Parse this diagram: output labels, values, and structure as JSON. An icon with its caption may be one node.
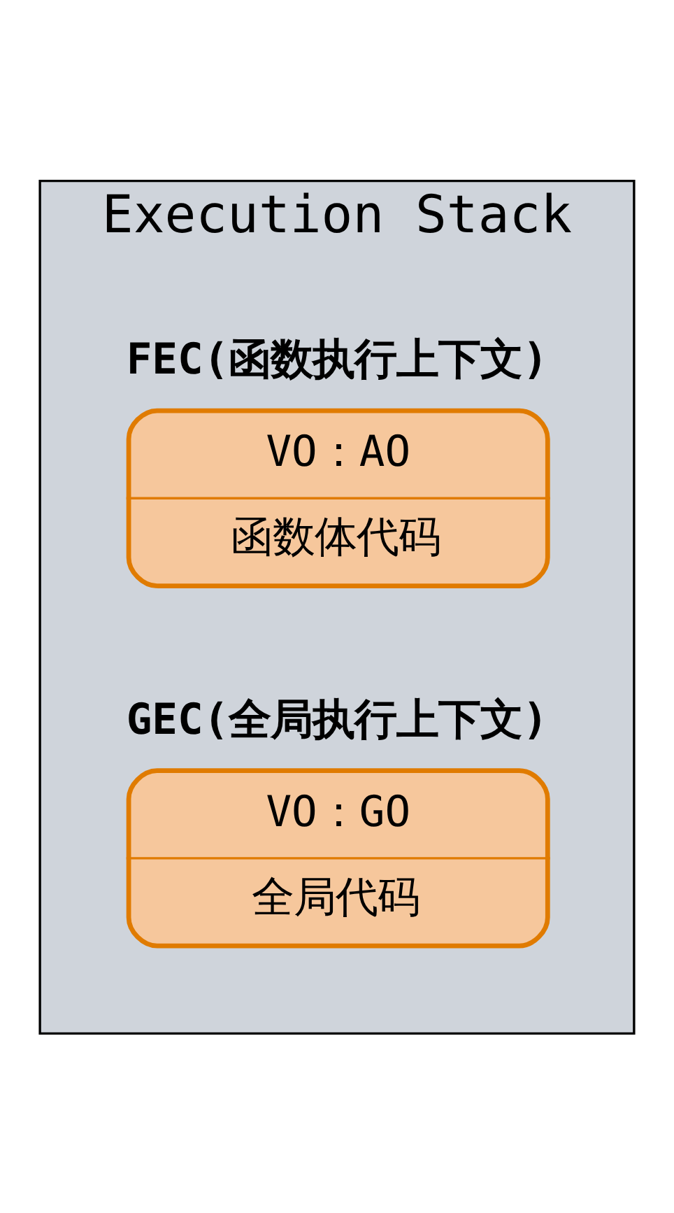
{
  "diagram": {
    "nodes": [
      {
        "text": [
          "Execution Stack"
        ]
      },
      {
        "text": [
          "FEC(函数执行上下文)",
          "VO：AO",
          "函数体代码"
        ],
        "in": 0
      },
      {
        "text": [
          "GEC(全局执行上下文)",
          "VO：GO",
          "全局代码"
        ],
        "in": 0
      }
    ]
  }
}
